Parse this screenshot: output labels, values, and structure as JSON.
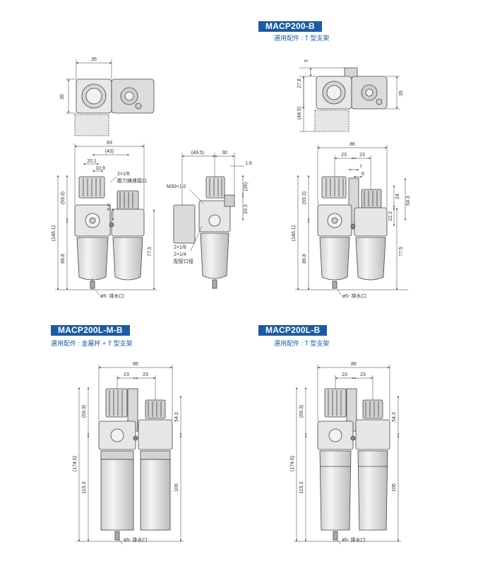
{
  "sections": [
    {
      "id": "macp200-b",
      "title": "MACP200-B",
      "accessory": "選用配件 : T 型支架"
    },
    {
      "id": "macp200l-m-b",
      "title": "MACP200L-M-B",
      "accessory": "選用配件 : 金屬杯 + T 型支架"
    },
    {
      "id": "macp200l-b",
      "title": "MACP200L-B",
      "accessory": "選用配件 : T 型支架"
    }
  ],
  "dims": {
    "tl_top_35": "35",
    "tl_side_35": "35",
    "tl_83": "83",
    "tl_43": "(43)",
    "tl_20_1": "20.1",
    "tl_10_9": "10.9",
    "tl_59_3": "(59.3)",
    "tl_146_1": "(146.1)",
    "tl_86_8": "86.8",
    "tl_5_8": "5.8",
    "tl_77_5": "77.5",
    "mid_48_5": "(48.5)",
    "mid_30": "30",
    "mid_1_6": "1.6",
    "mid_26": "(26)",
    "mid_33_3": "33.3",
    "tr_5": "5",
    "tr_27_8": "27.8",
    "tr_48_5": "(48.5)",
    "tr_35": "35",
    "tr_86": "86",
    "tr_23a": "23",
    "tr_23b": "23",
    "tr_7": "7",
    "tr_6": "6",
    "tr_24": "24",
    "tr_54_3": "54.3",
    "tr_22_3": "22.3",
    "tr_59_3": "(59.3)",
    "tr_146_1": "(146.1)",
    "tr_86_8": "86.8",
    "tr_77_5": "77.5",
    "bl_86": "86",
    "bl_23a": "23",
    "bl_23b": "23",
    "bl_59_3": "(59.3)",
    "bl_174_6": "(174.6)",
    "bl_115_3": "115.3",
    "bl_54_3": "54.3",
    "bl_106": "106",
    "br_86": "86",
    "br_23a": "23",
    "br_23b": "23",
    "br_59_3": "(59.3)",
    "br_174_6": "(174.6)",
    "br_115_3": "115.3",
    "br_54_3": "54.3",
    "br_106": "106"
  },
  "labels": {
    "gauge_port_size": "2×1/8",
    "gauge_port": "壓力錶連接口",
    "m30": "M30×1.0",
    "pipe_size_a": "2×1/8",
    "pipe_size_b": "2×1/4",
    "pipe_port": "配管口徑",
    "drain_tl": "ø5- 排水口",
    "drain_tr": "ø5- 排水口",
    "drain_bl": "ø5- 排水口",
    "drain_br": "ø5- 排水口"
  },
  "colors": {
    "accent": "#1c5aa6",
    "line": "#444444",
    "body": "#e6e6e6",
    "shade": "#bdbdbd"
  }
}
